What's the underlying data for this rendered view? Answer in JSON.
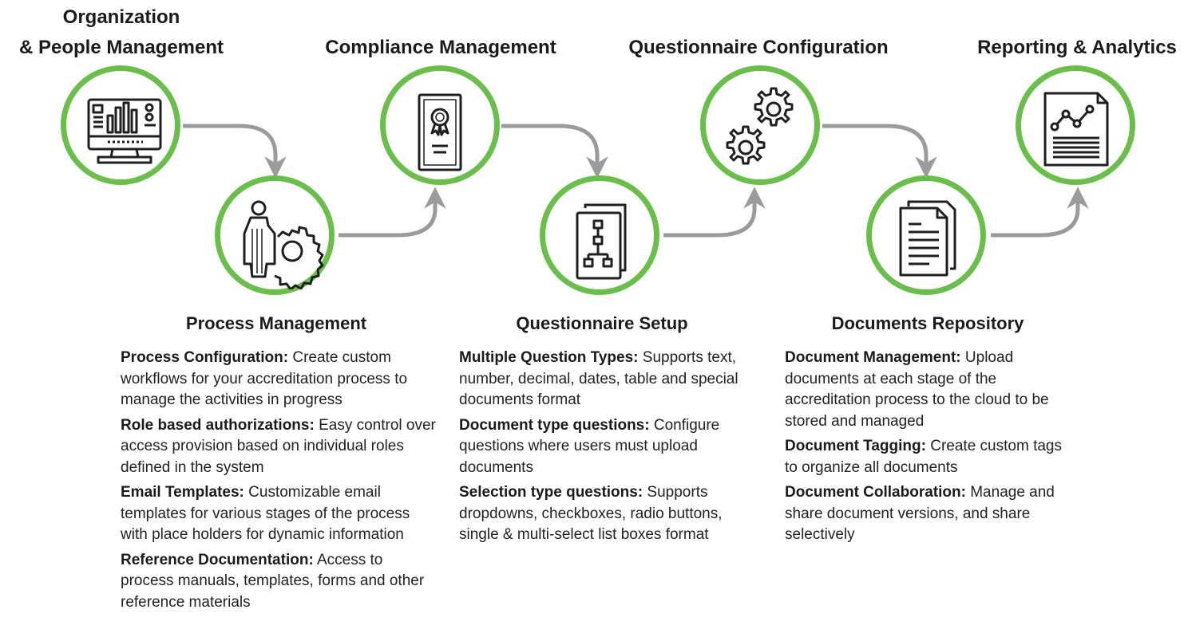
{
  "colors": {
    "ring": "#6abf4b",
    "arrow": "#9b9b9b",
    "icon": "#1f1f1f"
  },
  "stages": [
    {
      "id": "org",
      "title_lines": [
        "Organization",
        "& People Management"
      ],
      "icon": "monitor-dashboard-icon"
    },
    {
      "id": "process",
      "title": "Process Management",
      "icon": "person-gear-icon"
    },
    {
      "id": "compliance",
      "title": "Compliance Management",
      "icon": "certificate-icon"
    },
    {
      "id": "qsetup",
      "title": "Questionnaire Setup",
      "icon": "workflow-document-icon"
    },
    {
      "id": "qconfig",
      "title": "Questionnaire Configuration",
      "icon": "gears-icon"
    },
    {
      "id": "docs",
      "title": "Documents Repository",
      "icon": "documents-stack-icon"
    },
    {
      "id": "reporting",
      "title": "Reporting & Analytics",
      "icon": "report-chart-icon"
    }
  ],
  "sections": [
    {
      "heading": "Process Management",
      "features": [
        {
          "label": "Process Configuration:",
          "text": " Create custom workflows for your accreditation process to manage the activities in progress"
        },
        {
          "label": "Role based authorizations:",
          "text": " Easy control over access provision based on individual roles defined in the system"
        },
        {
          "label": "Email Templates:",
          "text": " Customizable email templates for various stages of the process with place holders for dynamic information"
        },
        {
          "label": "Reference Documentation:",
          "text": " Access to process manuals, templates, forms and other reference materials"
        }
      ]
    },
    {
      "heading": "Questionnaire Setup",
      "features": [
        {
          "label": "Multiple Question Types:",
          "text": " Supports text, number, decimal, dates, table and special documents format"
        },
        {
          "label": "Document type questions:",
          "text": " Configure questions where users must upload documents"
        },
        {
          "label": "Selection type questions:",
          "text": " Supports dropdowns, checkboxes, radio buttons, single & multi-select list boxes format"
        }
      ]
    },
    {
      "heading": "Documents Repository",
      "features": [
        {
          "label": "Document Management:",
          "text": " Upload documents at each stage of the accreditation process to the cloud to be stored and managed"
        },
        {
          "label": "Document Tagging:",
          "text": " Create custom tags to organize all documents"
        },
        {
          "label": "Document Collaboration:",
          "text": " Manage and share document versions, and share selectively"
        }
      ]
    }
  ]
}
